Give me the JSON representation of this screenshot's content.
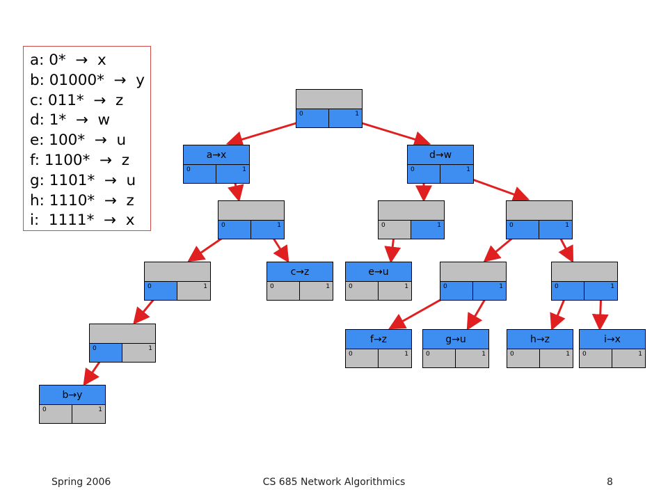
{
  "legend": {
    "lines": [
      "a: 0*  →  x",
      "b: 01000*  →  y",
      "c: 011*  →  z",
      "d: 1*  →  w",
      "e: 100*  →  u",
      "f: 1100*  →  z",
      "g: 1101*  →  u",
      "h: 1110*  →  z",
      "i:  1111*  →  x"
    ]
  },
  "colors": {
    "filled": "#3d8ef0",
    "empty": "#c0c0c0",
    "arrow": "#e02020",
    "legend_border": "#d04848"
  },
  "trie": {
    "bit0": "0",
    "bit1": "1",
    "nodes": [
      {
        "id": "root",
        "label": "",
        "top": "empty",
        "left": "filled",
        "right": "filled"
      },
      {
        "id": "a",
        "label": "a→x",
        "top": "filled",
        "left": "filled",
        "right": "filled"
      },
      {
        "id": "d",
        "label": "d→w",
        "top": "filled",
        "left": "filled",
        "right": "filled"
      },
      {
        "id": "n01",
        "label": "",
        "top": "empty",
        "left": "filled",
        "right": "filled"
      },
      {
        "id": "n10",
        "label": "",
        "top": "empty",
        "left": "empty",
        "right": "filled"
      },
      {
        "id": "n11",
        "label": "",
        "top": "empty",
        "left": "filled",
        "right": "filled"
      },
      {
        "id": "n010",
        "label": "",
        "top": "empty",
        "left": "filled",
        "right": "empty"
      },
      {
        "id": "c",
        "label": "c→z",
        "top": "filled",
        "left": "empty",
        "right": "empty"
      },
      {
        "id": "e",
        "label": "e→u",
        "top": "filled",
        "left": "empty",
        "right": "empty"
      },
      {
        "id": "n110",
        "label": "",
        "top": "empty",
        "left": "filled",
        "right": "filled"
      },
      {
        "id": "n111",
        "label": "",
        "top": "empty",
        "left": "filled",
        "right": "filled"
      },
      {
        "id": "n0100",
        "label": "",
        "top": "empty",
        "left": "filled",
        "right": "empty"
      },
      {
        "id": "f",
        "label": "f→z",
        "top": "filled",
        "left": "empty",
        "right": "empty"
      },
      {
        "id": "g",
        "label": "g→u",
        "top": "filled",
        "left": "empty",
        "right": "empty"
      },
      {
        "id": "h",
        "label": "h→z",
        "top": "filled",
        "left": "empty",
        "right": "empty"
      },
      {
        "id": "i",
        "label": "i→x",
        "top": "filled",
        "left": "empty",
        "right": "empty"
      },
      {
        "id": "b",
        "label": "b→y",
        "top": "filled",
        "left": "empty",
        "right": "empty"
      }
    ],
    "edges": [
      {
        "from": "root",
        "bit": 0,
        "to": "a"
      },
      {
        "from": "root",
        "bit": 1,
        "to": "d"
      },
      {
        "from": "a",
        "bit": 1,
        "to": "n01"
      },
      {
        "from": "d",
        "bit": 0,
        "to": "n10"
      },
      {
        "from": "d",
        "bit": 1,
        "to": "n11"
      },
      {
        "from": "n01",
        "bit": 0,
        "to": "n010"
      },
      {
        "from": "n01",
        "bit": 1,
        "to": "c"
      },
      {
        "from": "n10",
        "bit": 0,
        "to": "e"
      },
      {
        "from": "n11",
        "bit": 0,
        "to": "n110"
      },
      {
        "from": "n11",
        "bit": 1,
        "to": "n111"
      },
      {
        "from": "n010",
        "bit": 0,
        "to": "n0100"
      },
      {
        "from": "n110",
        "bit": 0,
        "to": "f"
      },
      {
        "from": "n110",
        "bit": 1,
        "to": "g"
      },
      {
        "from": "n111",
        "bit": 0,
        "to": "h"
      },
      {
        "from": "n111",
        "bit": 1,
        "to": "i"
      },
      {
        "from": "n0100",
        "bit": 0,
        "to": "b"
      }
    ]
  },
  "footer": {
    "left": "Spring 2006",
    "center": "CS 685 Network Algorithmics",
    "page": "8"
  }
}
